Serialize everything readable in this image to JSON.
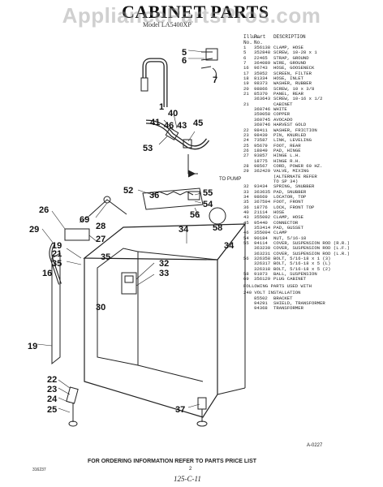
{
  "watermark": "AppliancePartsPros.com",
  "title": "CABINET PARTS",
  "subtitle": "Model LA5400XP",
  "callouts": [
    "5",
    "6",
    "7",
    "1",
    "40",
    "41",
    "46",
    "43",
    "45",
    "53",
    "52",
    "55",
    "54",
    "56",
    "34",
    "58",
    "69",
    "26",
    "29",
    "28",
    "27",
    "19",
    "21",
    "35",
    "16",
    "32",
    "33",
    "30",
    "19",
    "22",
    "23",
    "24",
    "25",
    "37",
    "36",
    "35",
    "34"
  ],
  "to_pump_label": "TO PUMP",
  "table": {
    "headers": [
      "Illus. No.",
      "Part No.",
      "DESCRIPTION"
    ],
    "rows": [
      [
        "1",
        "356138",
        "CLAMP, HOSE"
      ],
      [
        "5",
        "352848",
        "SCREW, 10-28 x 1"
      ],
      [
        "6",
        "22465",
        "STRAP, GROUND"
      ],
      [
        "7",
        "364089",
        "WIRE, GROUND"
      ],
      [
        "16",
        "96743",
        "HOSE, GOOSENECK"
      ],
      [
        "17",
        "35052",
        "SCREEN, FILTER"
      ],
      [
        "18",
        "81334",
        "HOSE, INLET"
      ],
      [
        "19",
        "98373",
        "WASHER, RUBBER"
      ],
      [
        "20",
        "98866",
        "SCREW, 10 x 3/8"
      ],
      [
        "21",
        "85370",
        "PANEL, REAR"
      ],
      [
        "",
        "363643",
        "SCREW, 10-16 x 1/2"
      ],
      [
        "21",
        "",
        "CABINET"
      ],
      [
        "",
        "360746",
        "WHITE"
      ],
      [
        "",
        "359058",
        "COPPER"
      ],
      [
        "",
        "360745",
        "AVOCADO"
      ],
      [
        "",
        "360746",
        "HARVEST GOLD"
      ],
      [
        "22",
        "98411",
        "WASHER, FRICTION"
      ],
      [
        "23",
        "98439",
        "PIN, KNURLED"
      ],
      [
        "24",
        "73587",
        "LINK, LEVELING"
      ],
      [
        "25",
        "95679",
        "FOOT, REAR"
      ],
      [
        "26",
        "18849",
        "PAD, HINGE"
      ],
      [
        "27",
        "93857",
        "HINGE L.H."
      ],
      [
        "",
        "18775",
        "HINGE R.H."
      ],
      [
        "28",
        "98567",
        "CORD, POWER 60 HZ."
      ],
      [
        "29",
        "362429",
        "VALVE, MIXING"
      ],
      [
        "",
        "",
        "(ALTERNATE REFER"
      ],
      [
        "",
        "",
        "TO SP 34)"
      ],
      [
        "32",
        "93434",
        "SPRING, SNUBBER"
      ],
      [
        "33",
        "363635",
        "PAD, SNUBBER"
      ],
      [
        "34",
        "98669",
        "LOCATOR, TOP"
      ],
      [
        "35",
        "367594",
        "FOOT, FRONT"
      ],
      [
        "36",
        "18776",
        "LOCK, FRONT TOP"
      ],
      [
        "40",
        "21114",
        "HOSE"
      ],
      [
        "43",
        "355092",
        "CLAMP, HOSE"
      ],
      [
        "45",
        "95440",
        "CONNECTOR"
      ],
      [
        "",
        "353414",
        "PAD, GUSSET"
      ],
      [
        "46",
        "355094",
        "CLAMP"
      ],
      [
        "54",
        "90184",
        "NUT, 5/16-18"
      ],
      [
        "55",
        "94114",
        "COVER, SUSPENSION ROD (R.R.)"
      ],
      [
        "",
        "363230",
        "COVER, SUSPENSION ROD (L.F.)"
      ],
      [
        "",
        "363231",
        "COVER, SUSPENSION ROD (L.R.)"
      ],
      [
        "56",
        "326358",
        "BOLT, 5/16-18 x 1 (3)"
      ],
      [
        "",
        "326317",
        "BOLT, 5/16-18 x 5 (L)"
      ],
      [
        "",
        "326318",
        "BOLT, 5/16-18 x 5 (2)"
      ],
      [
        "58",
        "91073",
        "BALL, SUSPENSION"
      ],
      [
        "69",
        "356129",
        "PLUG CABINET"
      ]
    ],
    "note_lines": [
      "FOLLOWING PARTS USED WITH",
      "240 VOLT INSTALLATION"
    ],
    "extra_rows": [
      [
        "85502",
        "BRACKET"
      ],
      [
        "94291",
        "SHIELD, TRANSFORMER"
      ],
      [
        "94368",
        "TRANSFORMER"
      ]
    ]
  },
  "figure_ref": "A-0227",
  "footer": "FOR ORDERING INFORMATION REFER TO PARTS PRICE LIST",
  "page_number": "2",
  "doc_number": "316237",
  "handwritten_note": "125-C-11"
}
